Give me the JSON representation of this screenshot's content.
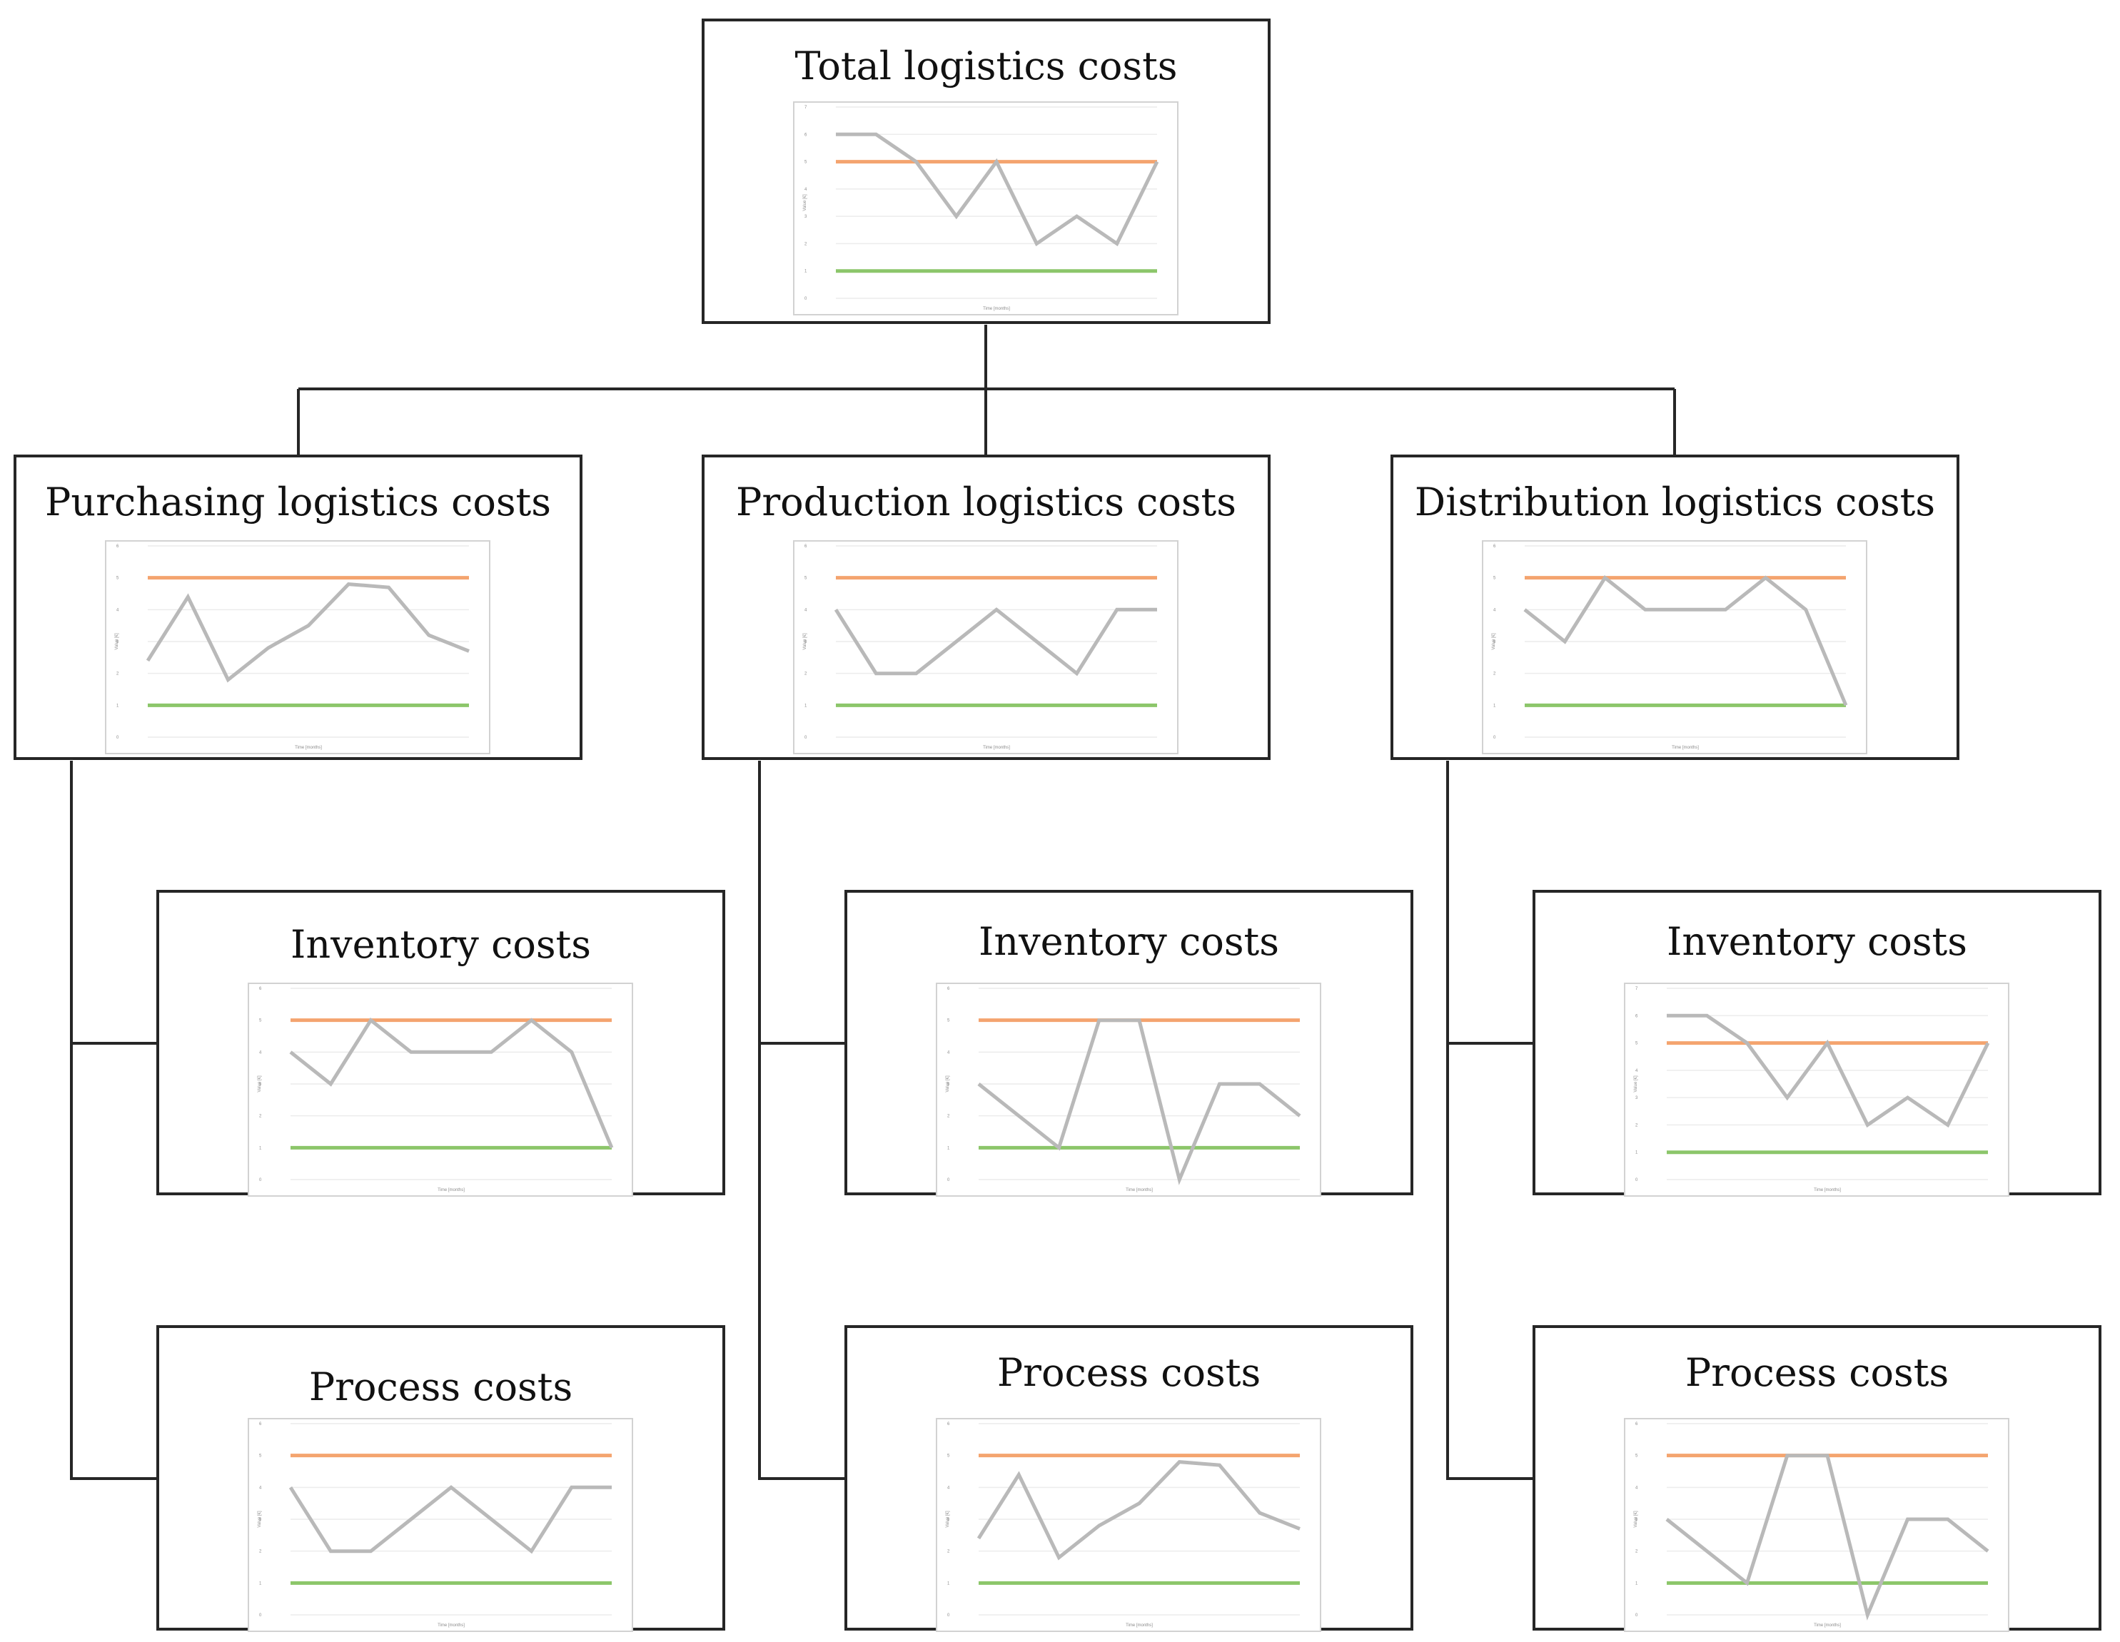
{
  "colors": {
    "upper_limit": "#f4a46f",
    "lower_limit": "#8cc66a",
    "series": "#b9b9b9",
    "border": "#262626"
  },
  "boxes": [
    {
      "id": "total",
      "title": "Total logistics costs",
      "chart_data": {
        "type": "line",
        "xlabel": "Time [months]",
        "ylabel": "Value [€]",
        "ylim": [
          0,
          7
        ],
        "yticks": [
          "0",
          "1",
          "2",
          "3",
          "4",
          "5",
          "6",
          "7"
        ],
        "upper_limit": 5,
        "lower_limit": 1,
        "series": [
          {
            "values": [
              6,
              6,
              5,
              3,
              5,
              2,
              3,
              2,
              5
            ]
          }
        ]
      }
    },
    {
      "id": "purchasing",
      "title": "Purchasing logistics costs",
      "chart_data": {
        "type": "line",
        "xlabel": "Time [months]",
        "ylabel": "Value [€]",
        "ylim": [
          0,
          6
        ],
        "yticks": [
          "0",
          "1",
          "2",
          "3",
          "4",
          "5",
          "6"
        ],
        "upper_limit": 5,
        "lower_limit": 1,
        "series": [
          {
            "values": [
              2.4,
              4.4,
              1.8,
              2.8,
              3.5,
              4.8,
              4.7,
              3.2,
              2.7
            ]
          }
        ]
      }
    },
    {
      "id": "production",
      "title": "Production logistics costs",
      "chart_data": {
        "type": "line",
        "xlabel": "Time [months]",
        "ylabel": "Value [€]",
        "ylim": [
          0,
          6
        ],
        "yticks": [
          "0",
          "1",
          "2",
          "3",
          "4",
          "5",
          "6"
        ],
        "upper_limit": 5,
        "lower_limit": 1,
        "series": [
          {
            "values": [
              4,
              2,
              2,
              3,
              4,
              3,
              2,
              4,
              4
            ]
          }
        ]
      }
    },
    {
      "id": "distribution",
      "title": "Distribution logistics costs",
      "chart_data": {
        "type": "line",
        "xlabel": "Time [months]",
        "ylabel": "Value [€]",
        "ylim": [
          0,
          6
        ],
        "yticks": [
          "0",
          "1",
          "2",
          "3",
          "4",
          "5",
          "6"
        ],
        "upper_limit": 5,
        "lower_limit": 1,
        "series": [
          {
            "values": [
              4,
              3,
              5,
              4,
              4,
              4,
              5,
              4,
              1
            ]
          }
        ]
      }
    },
    {
      "id": "purchasing-inventory",
      "title": "Inventory costs",
      "chart_data": {
        "type": "line",
        "xlabel": "Time [months]",
        "ylabel": "Value [€]",
        "ylim": [
          0,
          6
        ],
        "yticks": [
          "0",
          "1",
          "2",
          "3",
          "4",
          "5",
          "6"
        ],
        "upper_limit": 5,
        "lower_limit": 1,
        "series": [
          {
            "values": [
              4,
              3,
              5,
              4,
              4,
              4,
              5,
              4,
              1
            ]
          }
        ]
      }
    },
    {
      "id": "production-inventory",
      "title": "Inventory costs",
      "chart_data": {
        "type": "line",
        "xlabel": "Time [months]",
        "ylabel": "Value [€]",
        "ylim": [
          0,
          6
        ],
        "yticks": [
          "0",
          "1",
          "2",
          "3",
          "4",
          "5",
          "6"
        ],
        "upper_limit": 5,
        "lower_limit": 1,
        "series": [
          {
            "values": [
              3,
              2,
              1,
              5,
              5,
              0,
              3,
              3,
              2
            ]
          }
        ]
      }
    },
    {
      "id": "distribution-inventory",
      "title": "Inventory costs",
      "chart_data": {
        "type": "line",
        "xlabel": "Time [months]",
        "ylabel": "Value [€]",
        "ylim": [
          0,
          7
        ],
        "yticks": [
          "0",
          "1",
          "2",
          "3",
          "4",
          "5",
          "6",
          "7"
        ],
        "upper_limit": 5,
        "lower_limit": 1,
        "series": [
          {
            "values": [
              6,
              6,
              5,
              3,
              5,
              2,
              3,
              2,
              5
            ]
          }
        ]
      }
    },
    {
      "id": "purchasing-process",
      "title": "Process costs",
      "chart_data": {
        "type": "line",
        "xlabel": "Time [months]",
        "ylabel": "Value [€]",
        "ylim": [
          0,
          6
        ],
        "yticks": [
          "0",
          "1",
          "2",
          "3",
          "4",
          "5",
          "6"
        ],
        "upper_limit": 5,
        "lower_limit": 1,
        "series": [
          {
            "values": [
              4,
              2,
              2,
              3,
              4,
              3,
              2,
              4,
              4
            ]
          }
        ]
      }
    },
    {
      "id": "production-process",
      "title": "Process costs",
      "chart_data": {
        "type": "line",
        "xlabel": "Time [months]",
        "ylabel": "Value [€]",
        "ylim": [
          0,
          6
        ],
        "yticks": [
          "0",
          "1",
          "2",
          "3",
          "4",
          "5",
          "6"
        ],
        "upper_limit": 5,
        "lower_limit": 1,
        "series": [
          {
            "values": [
              2.4,
              4.4,
              1.8,
              2.8,
              3.5,
              4.8,
              4.7,
              3.2,
              2.7
            ]
          }
        ]
      }
    },
    {
      "id": "distribution-process",
      "title": "Process costs",
      "chart_data": {
        "type": "line",
        "xlabel": "Time [months]",
        "ylabel": "Value [€]",
        "ylim": [
          0,
          6
        ],
        "yticks": [
          "0",
          "1",
          "2",
          "3",
          "4",
          "5",
          "6"
        ],
        "upper_limit": 5,
        "lower_limit": 1,
        "series": [
          {
            "values": [
              3,
              2,
              1,
              5,
              5,
              0,
              3,
              3,
              2
            ]
          }
        ]
      }
    }
  ]
}
